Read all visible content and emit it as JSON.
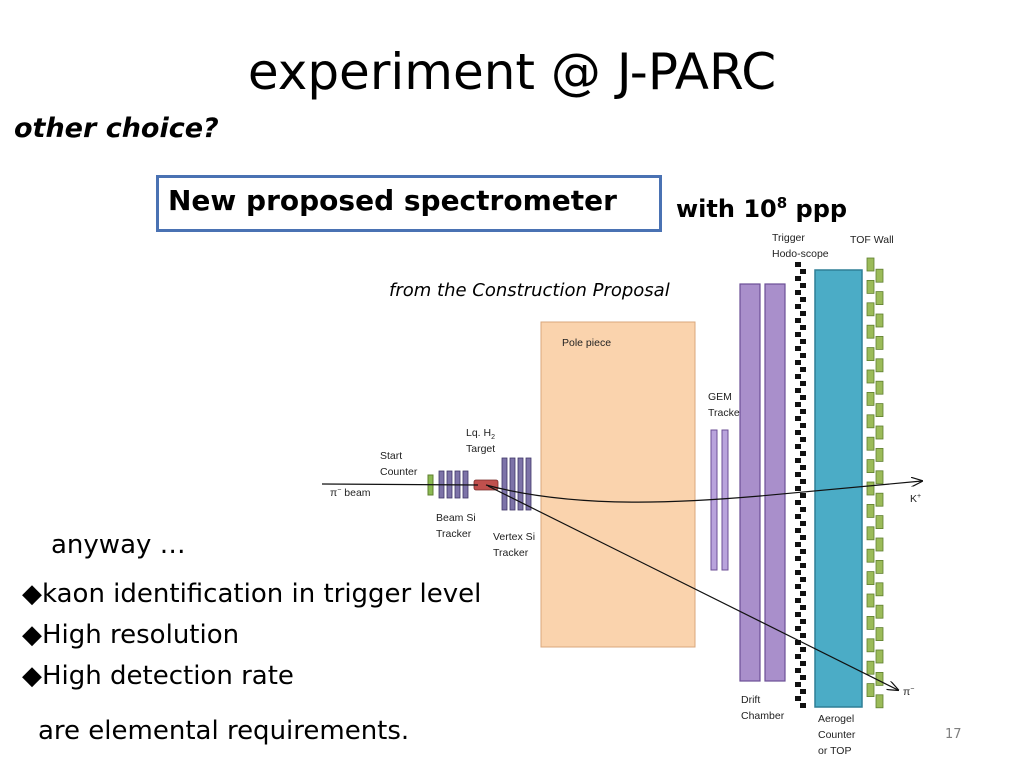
{
  "slide": {
    "title": "experiment @ J-PARC",
    "subtitle": "other choice?",
    "proposal_box": "New proposed spectrometer",
    "intensity": {
      "prefix": "with 10",
      "exponent": "8",
      "suffix": " ppp"
    },
    "source_note": "from the Construction Proposal",
    "anyway": "anyway …",
    "bullet_glyph": "◆",
    "requirements": [
      "kaon identification in trigger level",
      "High resolution",
      "High detection rate"
    ],
    "conclusion": "are elemental requirements.",
    "page_number": "17"
  },
  "diagram": {
    "labels": {
      "pole_piece": "Pole piece",
      "gem_tracker": [
        "GEM",
        "Tracker"
      ],
      "trigger_hodoscope": [
        "Trigger",
        "Hodo-scope"
      ],
      "tof_wall": "TOF Wall",
      "start_counter": [
        "Start",
        "Counter"
      ],
      "target": [
        "Lq. H",
        "Target"
      ],
      "target_subscript": "2",
      "beam_pre": "π",
      "beam_post": " beam",
      "beam_si_tracker": [
        "Beam Si",
        "Tracker"
      ],
      "vertex_si_tracker": [
        "Vertex Si",
        "Tracker"
      ],
      "drift_chamber": [
        "Drift",
        "Chamber"
      ],
      "aerogel": [
        "Aerogel",
        "Counter",
        "or TOP"
      ],
      "kaon": "K",
      "pion": "π"
    },
    "colors": {
      "pole_piece": "#fad3ad",
      "pole_piece_border": "#d9a77c",
      "drift_chamber": "#a98fcb",
      "drift_chamber_border": "#6c4f96",
      "gem": "#b9a3dc",
      "si_tracker": "#7d73a8",
      "start_counter": "#8bba52",
      "target": "#c0504d",
      "hodoscope": "#111111",
      "aerogel": "#4bacc6",
      "aerogel_border": "#2e7f96",
      "tof": "#9bbb59",
      "tof_border": "#5f7f2f",
      "box_border": "#4a72b3"
    }
  }
}
